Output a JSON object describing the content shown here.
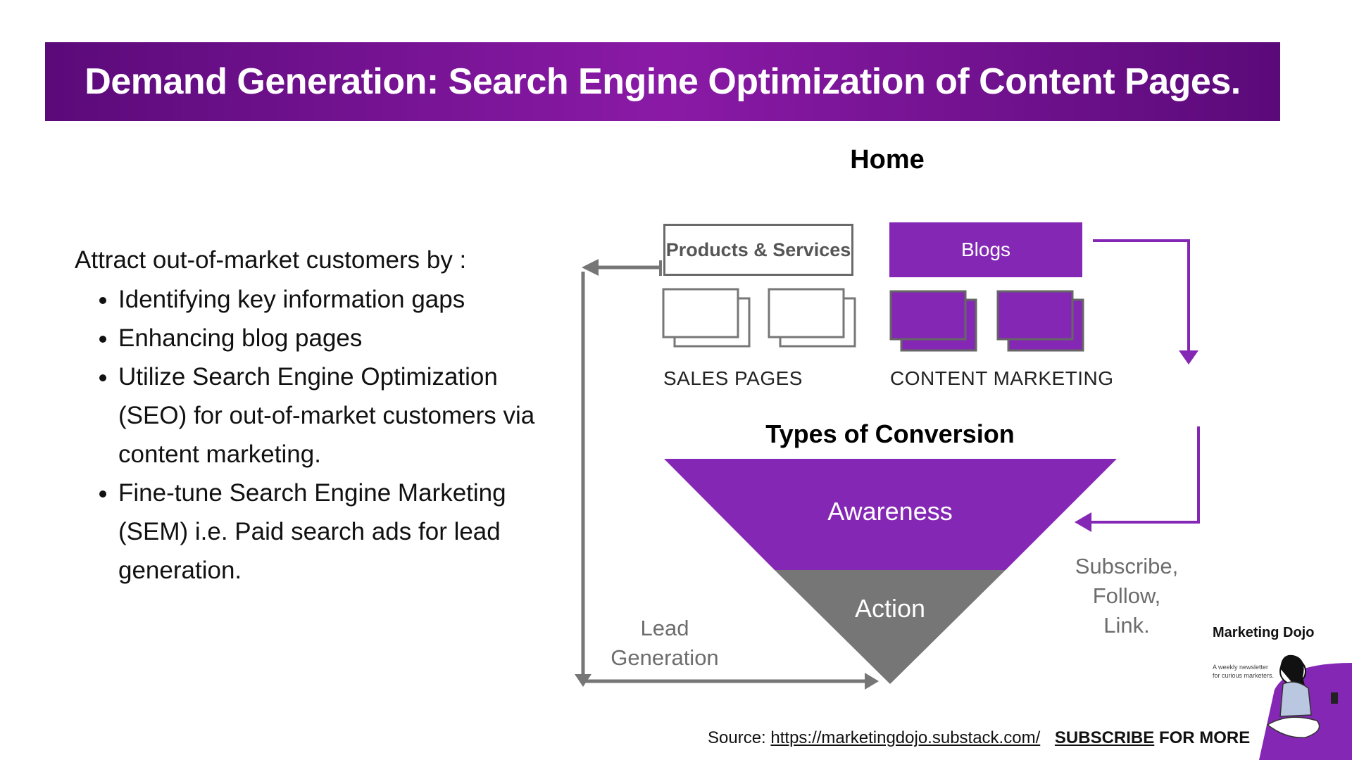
{
  "header": {
    "title": "Demand Generation: Search Engine Optimization of Content Pages."
  },
  "left": {
    "intro": "Attract out-of-market customers by :",
    "bullets": [
      "Identifying key information gaps",
      "Enhancing blog pages",
      "Utilize Search Engine Optimization (SEO) for out-of-market customers via content marketing.",
      "Fine-tune Search Engine Marketing (SEM) i.e. Paid search ads for lead generation."
    ]
  },
  "diagram": {
    "home_label": "Home",
    "products_label": "Products & Services",
    "blogs_label": "Blogs",
    "sales_caption": "SALES PAGES",
    "content_caption": "CONTENT MARKETING",
    "conversion_title": "Types of Conversion",
    "awareness_label": "Awareness",
    "action_label": "Action",
    "subscribe_lines": [
      "Subscribe,",
      "Follow,",
      "Link."
    ],
    "lead_lines": [
      "Lead",
      "Generation"
    ],
    "colors": {
      "purple": "#8427b4",
      "grey": "#767676",
      "banner": "#7a1597"
    }
  },
  "footer": {
    "source_label": "Source:",
    "source_url": "https://marketingdojo.substack.com/",
    "subscribe_word": "SUBSCRIBE",
    "subscribe_rest": "FOR MORE"
  },
  "brand": {
    "name": "Marketing Dojo",
    "tagline": "A weekly newsletter for curious marketers."
  }
}
